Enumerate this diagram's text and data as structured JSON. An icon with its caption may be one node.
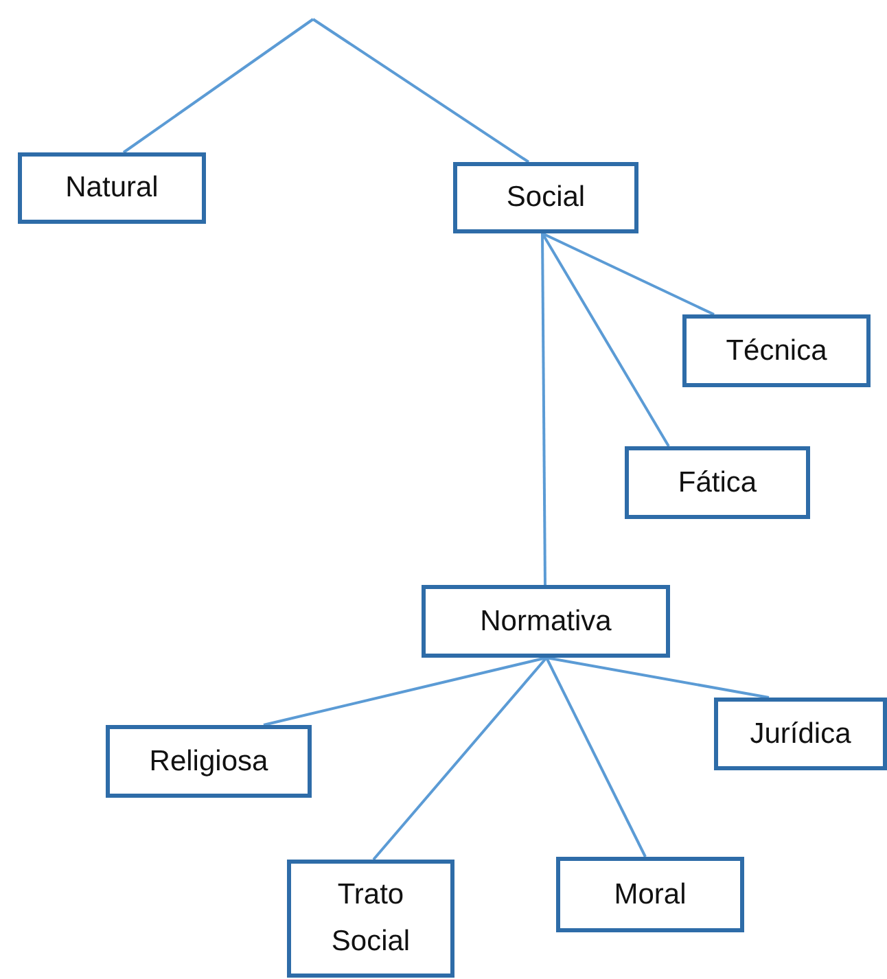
{
  "diagram": {
    "nodes": [
      {
        "text": [
          "Natural"
        ]
      },
      {
        "text": [
          "Social"
        ]
      },
      {
        "text": [
          "Técnica"
        ]
      },
      {
        "text": [
          "Fática"
        ]
      },
      {
        "text": [
          "Normativa"
        ]
      },
      {
        "text": [
          "Religiosa"
        ]
      },
      {
        "text": [
          "Jurídica"
        ]
      },
      {
        "text": [
          "Trato Social"
        ]
      },
      {
        "text": [
          "Moral"
        ]
      }
    ],
    "edges": [
      {
        "from": null,
        "to": 0,
        "arrow": "none"
      },
      {
        "from": null,
        "to": 1,
        "arrow": "none"
      },
      {
        "from": 1,
        "to": 2,
        "arrow": "none"
      },
      {
        "from": 1,
        "to": 3,
        "arrow": "none"
      },
      {
        "from": 1,
        "to": 4,
        "arrow": "none"
      },
      {
        "from": 4,
        "to": 5,
        "arrow": "none"
      },
      {
        "from": 4,
        "to": 7,
        "arrow": "none"
      },
      {
        "from": 4,
        "to": 8,
        "arrow": "none"
      },
      {
        "from": 4,
        "to": 6,
        "arrow": "none"
      }
    ]
  }
}
